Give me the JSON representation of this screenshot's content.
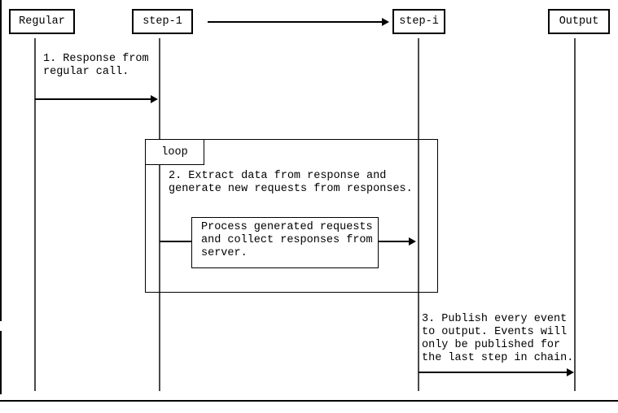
{
  "diagram": {
    "actors": [
      {
        "id": "regular",
        "label": "Regular"
      },
      {
        "id": "step-1",
        "label": "step-1"
      },
      {
        "id": "step-i",
        "label": "step-i"
      },
      {
        "id": "output",
        "label": "Output"
      }
    ],
    "loop": {
      "label": "loop"
    },
    "notes": {
      "msg1": "1. Response from\nregular call.",
      "msg2": "2. Extract data from response and\ngenerate new requests from responses.",
      "process": "Process generated requests\nand collect responses from\nserver.",
      "msg3": "3. Publish every event\nto output. Events will\nonly be published for\nthe last step in chain."
    },
    "colors": {
      "background": "#ffffff",
      "line": "#000000",
      "lifeline": "#4a4a4a",
      "text": "#000000"
    }
  }
}
